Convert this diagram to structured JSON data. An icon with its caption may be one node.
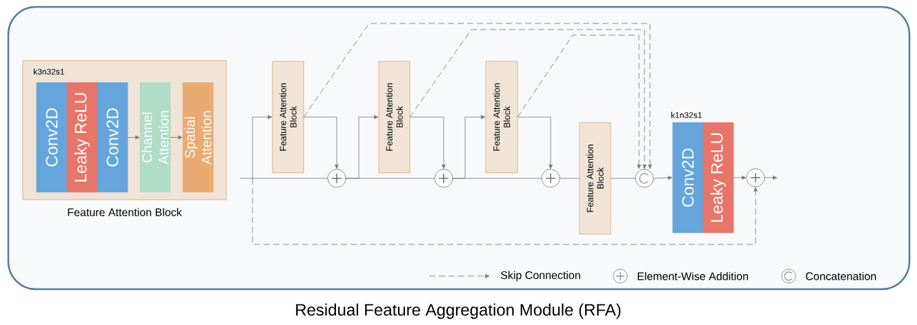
{
  "diagram": {
    "caption": "Residual Feature Aggregation Module (RFA)",
    "nodes": [
      {
        "text": [
          "Feature Attention Block"
        ]
      },
      {
        "text": [
          "Conv2D"
        ],
        "in": 0
      },
      {
        "text": [
          "Leaky ReLU"
        ],
        "in": 0
      },
      {
        "text": [
          "Conv2D"
        ],
        "in": 0
      },
      {
        "text": [
          "Channel Attention"
        ],
        "in": 0
      },
      {
        "text": [
          "Spatial Attention"
        ],
        "in": 0
      },
      {
        "text": [
          "Feature Attention Block"
        ]
      },
      {
        "text": [],
        "shape": "circle"
      },
      {
        "text": [
          "Feature Attention Block"
        ]
      },
      {
        "text": [],
        "shape": "circle"
      },
      {
        "text": [
          "Feature Attention Block"
        ]
      },
      {
        "text": [],
        "shape": "circle"
      },
      {
        "text": [
          "Feature Attention Block"
        ]
      },
      {
        "text": [],
        "shape": "circle"
      },
      {
        "text": [
          "Conv2D"
        ]
      },
      {
        "text": [
          "Leaky ReLU"
        ]
      },
      {
        "text": [],
        "shape": "circle"
      }
    ],
    "edges": [
      {
        "from": 3,
        "to": 4,
        "arrow": "to"
      },
      {
        "from": 4,
        "to": 5,
        "arrow": "to"
      },
      {
        "from": null,
        "to": 7,
        "arrow": "none"
      },
      {
        "from": null,
        "to": 6,
        "arrow": "to"
      },
      {
        "from": null,
        "to": 16,
        "arrow": "to",
        "style": "dashed"
      },
      {
        "from": 6,
        "to": 7,
        "arrow": "to"
      },
      {
        "from": 6,
        "to": 13,
        "arrow": "to",
        "style": "dashed"
      },
      {
        "from": 7,
        "to": 9,
        "arrow": "none"
      },
      {
        "from": 7,
        "to": 8,
        "arrow": "to"
      },
      {
        "from": 8,
        "to": 9,
        "arrow": "to"
      },
      {
        "from": 8,
        "to": 13,
        "arrow": "to",
        "style": "dashed"
      },
      {
        "from": 9,
        "to": 11,
        "arrow": "none"
      },
      {
        "from": 9,
        "to": 10,
        "arrow": "to"
      },
      {
        "from": 10,
        "to": 11,
        "arrow": "to"
      },
      {
        "from": 10,
        "to": 13,
        "arrow": "to",
        "style": "dashed"
      },
      {
        "from": 11,
        "to": 12,
        "arrow": "none"
      },
      {
        "from": 12,
        "to": 13,
        "arrow": "none"
      },
      {
        "from": 13,
        "to": 14,
        "arrow": "to"
      },
      {
        "from": 15,
        "to": 16,
        "arrow": "to"
      },
      {
        "from": 16,
        "to": null,
        "arrow": "to"
      }
    ],
    "labels": [
      "k3n32s1",
      "k1n32s1"
    ],
    "legend": [
      {
        "text": "Skip Connection"
      },
      {
        "text": "Element-Wise Addition"
      },
      {
        "text": "Concatenation"
      }
    ]
  }
}
